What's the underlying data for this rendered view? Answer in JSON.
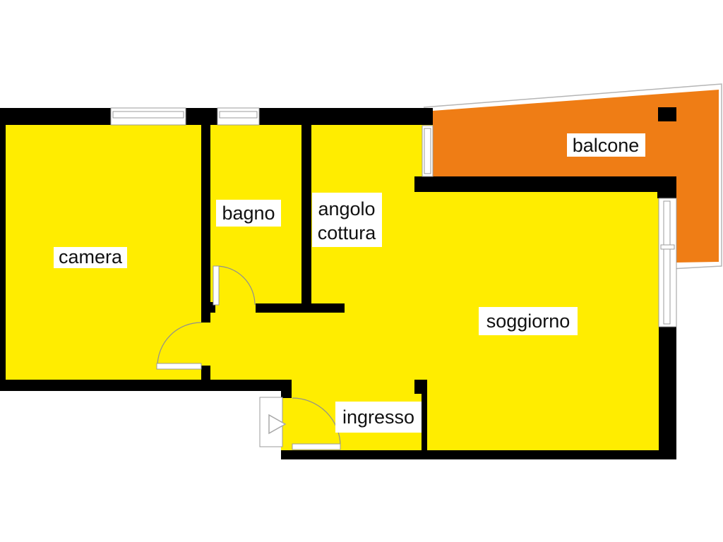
{
  "plan": {
    "type": "apartment-floorplan",
    "rooms": [
      {
        "id": "camera",
        "label": "camera"
      },
      {
        "id": "bagno",
        "label": "bagno"
      },
      {
        "id": "angolo-cottura",
        "label_line1": "angolo",
        "label_line2": "cottura"
      },
      {
        "id": "soggiorno",
        "label": "soggiorno"
      },
      {
        "id": "ingresso",
        "label": "ingresso"
      },
      {
        "id": "balcone",
        "label": "balcone"
      }
    ],
    "entrance_marker": "triangle-arrow-right",
    "colors": {
      "room_fill": "#ffed00",
      "balcony_fill": "#ef7d15",
      "wall": "#000000",
      "label_bg": "#ffffff",
      "label_text": "#111111",
      "background": "#ffffff"
    }
  }
}
